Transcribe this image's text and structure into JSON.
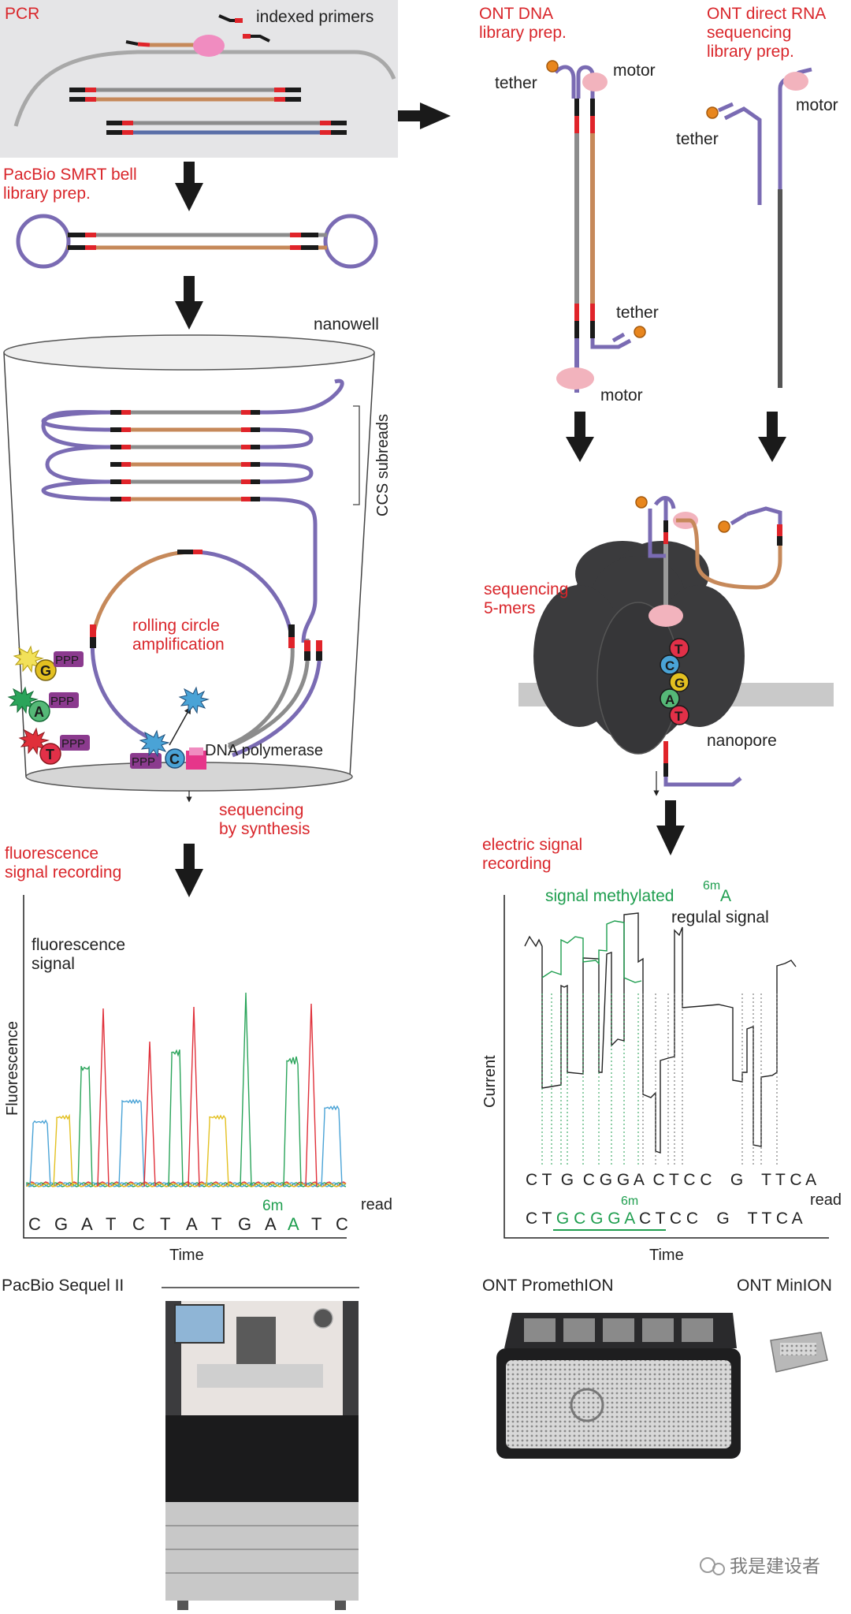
{
  "colors": {
    "title_red": "#d9262b",
    "linker_purple": "#7a6bb3",
    "insert_tan": "#c6895a",
    "insert_gray": "#8c8c8c",
    "adapter_red": "#e0242a",
    "adapter_black": "#1a1a1a",
    "pcr_bg": "#e5e5e7",
    "tether_orange": "#e8861e",
    "motor_pink": "#f2b3bd",
    "nanopore_dark": "#3b3b3d",
    "methyl_green": "#1f9e4f",
    "trace_red": "#e0303a",
    "trace_green": "#2aa45a",
    "trace_blue": "#4aa3d6",
    "trace_yellow": "#e3c020"
  },
  "pcr": {
    "title": "PCR",
    "primers_label": "indexed primers"
  },
  "pacbio_prep": {
    "line1": "PacBio SMRT bell",
    "line2": "library prep."
  },
  "nanowell": {
    "label": "nanowell",
    "ccs_label": "CCS subreads",
    "rca_line1": "rolling circle",
    "rca_line2": "amplification",
    "polymerase_label": "DNA polymerase",
    "polymerase_letter": "C",
    "sbs_line1": "sequencing",
    "sbs_line2": "by synthesis",
    "nucleotides": [
      {
        "base": "G",
        "tag": "PPP",
        "color": "#e3c020"
      },
      {
        "base": "A",
        "tag": "PPP",
        "color": "#2aa45a"
      },
      {
        "base": "T",
        "tag": "PPP",
        "color": "#e0303a"
      },
      {
        "base": "C",
        "tag": "PPP",
        "color": "#4aa3d6"
      }
    ]
  },
  "ont_dna": {
    "line1": "ONT DNA",
    "line2": "library prep.",
    "tether_top": "tether",
    "motor_top": "motor",
    "tether_bottom": "tether",
    "motor_bottom": "motor"
  },
  "ont_rna": {
    "line1": "ONT direct RNA",
    "line2": "sequencing",
    "line3": "library prep.",
    "tether": "tether",
    "motor": "motor"
  },
  "nanopore": {
    "seq_line1": "sequencing",
    "seq_line2": "5-mers",
    "label": "nanopore",
    "pore_bases": [
      "T",
      "C",
      "G",
      "A",
      "T"
    ]
  },
  "fluor_plot": {
    "header_line1": "fluorescence",
    "header_line2": "signal recording",
    "legend_line1": "fluorescence",
    "legend_line2": "signal",
    "ylabel": "Fluorescence",
    "xlabel": "Time",
    "read_label": "read",
    "mod_label": "6m",
    "bases": [
      "C",
      "G",
      "A",
      "T",
      "C",
      "T",
      "A",
      "T",
      "G",
      "A",
      "A",
      "T",
      "C"
    ],
    "methylated_index": 10
  },
  "current_plot": {
    "header_line1": "electric signal",
    "header_line2": "recording",
    "methyl_label": "signal methylated",
    "methyl_sup": "6m",
    "methyl_base": "A",
    "regular_label": "regulal signal",
    "ylabel": "Current",
    "xlabel": "Time",
    "read_label": "read",
    "mod_label": "6m",
    "row1": "C T  G  C G G A  C T C C    G    T T C A",
    "row2_prefix": "C T ",
    "row2_green": "G C G G A",
    "row2_suffix": " C T C C    G    T T C A"
  },
  "instruments": {
    "sequel": "PacBio Sequel II",
    "promethion": "ONT PromethION",
    "minion": "ONT MinION"
  },
  "watermark": "我是建设者"
}
